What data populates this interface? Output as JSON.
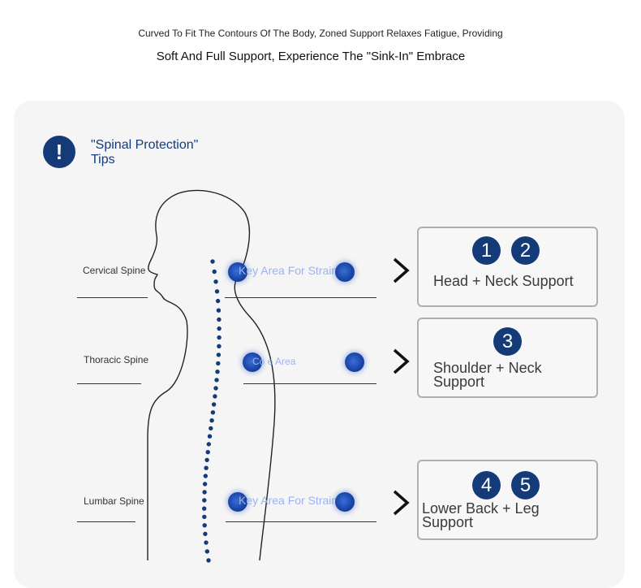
{
  "header": {
    "line1": "Curved To Fit The Contours Of The Body, Zoned Support Relaxes Fatigue, Providing",
    "line2": "Soft And Full Support, Experience The \"Sink-In\" Embrace"
  },
  "tip": {
    "icon": "exclamation-icon",
    "icon_symbol": "!",
    "line1": "\"Spinal Protection\"",
    "line2": "Tips"
  },
  "spine_labels": [
    "Cervical Spine",
    "Thoracic Spine",
    "Lumbar Spine"
  ],
  "key_areas": [
    {
      "text": "Key Area For Strain"
    },
    {
      "text": "Co                                e Area"
    },
    {
      "text": "Key Area For Strain"
    }
  ],
  "chevron_symbol": ">",
  "supports": [
    {
      "badges": [
        "1",
        "2"
      ],
      "label": "Head + Neck Support"
    },
    {
      "badges": [
        "3"
      ],
      "label": "Shoulder + Neck Support"
    },
    {
      "badges": [
        "4",
        "5"
      ],
      "label": "Lower Back + Leg Support"
    }
  ],
  "colors": {
    "accent": "#143a78",
    "panel": "#f5f5f5",
    "highlight": "#1a46a8"
  }
}
